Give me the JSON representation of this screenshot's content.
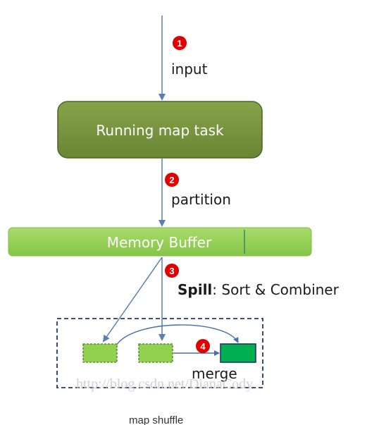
{
  "diagram": {
    "steps": [
      {
        "number": "1",
        "label": "input"
      },
      {
        "number": "2",
        "label": "partition"
      },
      {
        "number": "3",
        "label_bold": "Spill",
        "label_rest": ": Sort & Combiner"
      },
      {
        "number": "4",
        "label": "merge"
      }
    ],
    "boxes": {
      "map_task": "Running map task",
      "memory_buffer": "Memory Buffer"
    },
    "watermark": "http://blog.csdn.net/DianaCody",
    "caption": "map shuffle"
  },
  "colors": {
    "map_task_fill": "#76923c",
    "memory_buffer_fill": "#92d050",
    "spill_file_fill": "#92d050",
    "merged_file_fill": "#00b050",
    "badge_red": "#e00000",
    "arrow_blue": "#5b7fb4",
    "dashed_border": "#1f3864"
  }
}
